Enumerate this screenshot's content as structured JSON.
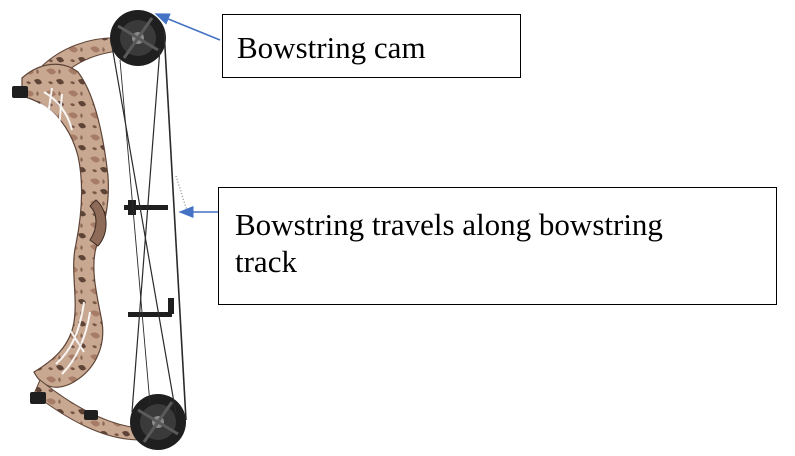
{
  "labels": {
    "cam": "Bowstring cam",
    "track_line1": "Bowstring travels along bowstring",
    "track_line2": "track"
  },
  "colors": {
    "arrow": "#4472c4",
    "limb_camo_light": "#c9a892",
    "limb_camo_mid": "#a67c67",
    "limb_camo_dark": "#5e4436",
    "cam_black": "#1f1f1f",
    "string": "#2a2a2a",
    "callout_border": "#000000"
  },
  "icons": {
    "bow": "compound-bow-illustration",
    "cam": "cam-wheel-icon"
  }
}
